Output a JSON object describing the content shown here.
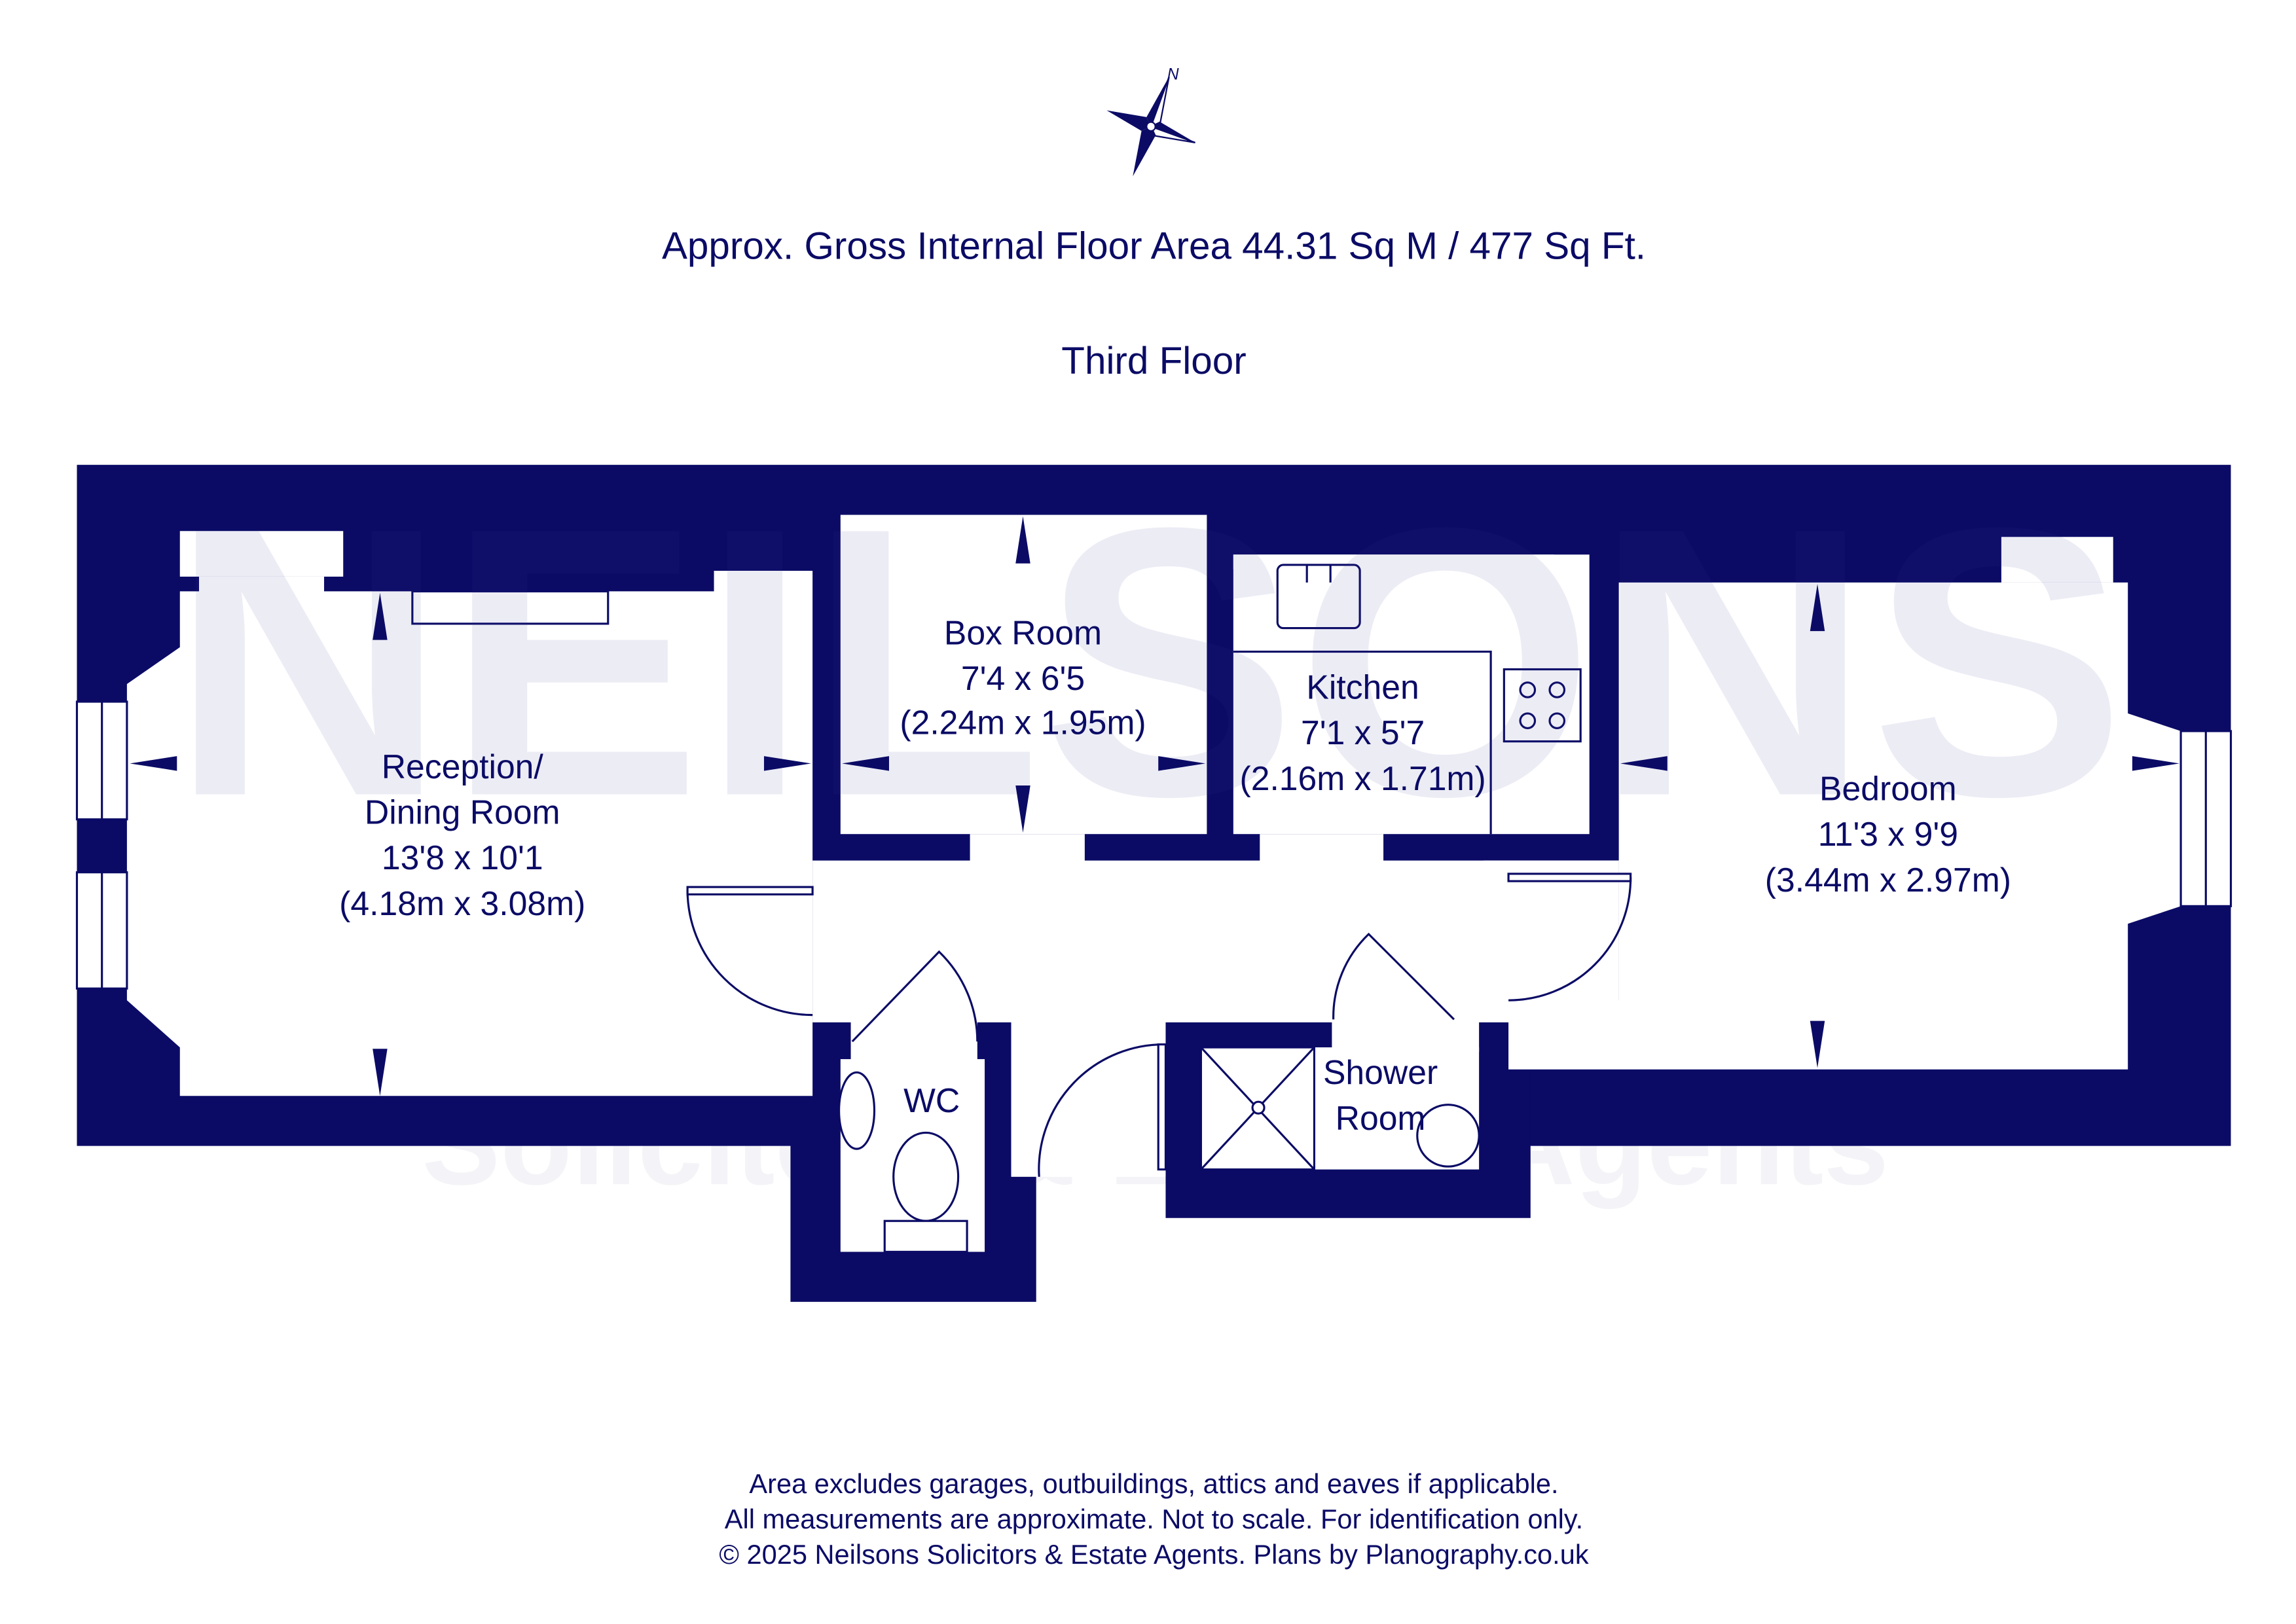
{
  "header": {
    "area_title": "Approx. Gross Internal Floor Area 44.31 Sq M / 477 Sq Ft.",
    "floor_name": "Third Floor"
  },
  "compass": {
    "north_label": "N",
    "icon": "compass-rose-icon"
  },
  "watermark": {
    "brand": "NEILSONS",
    "tagline": "Solicitors & Estate Agents"
  },
  "rooms": {
    "reception": {
      "name_line1": "Reception/",
      "name_line2": "Dining Room",
      "imperial": "13'8 x 10'1",
      "metric": "(4.18m x 3.08m)"
    },
    "box_room": {
      "name": "Box Room",
      "imperial": "7'4 x 6'5",
      "metric": "(2.24m x 1.95m)"
    },
    "kitchen": {
      "name": "Kitchen",
      "imperial": "7'1 x 5'7",
      "metric": "(2.16m x 1.71m)"
    },
    "bedroom": {
      "name": "Bedroom",
      "imperial": "11'3 x 9'9",
      "metric": "(3.44m x 2.97m)"
    },
    "wc": {
      "name": "WC"
    },
    "shower_room": {
      "name_line1": "Shower",
      "name_line2": "Room"
    }
  },
  "footer": {
    "line1": "Area excludes garages, outbuildings, attics and eaves if applicable.",
    "line2": "All measurements are approximate. Not to scale. For identification only.",
    "line3": "© 2025 Neilsons Solicitors & Estate Agents. Plans by Planography.co.uk"
  },
  "colors": {
    "ink": "#0b0b66",
    "background": "#ffffff"
  }
}
